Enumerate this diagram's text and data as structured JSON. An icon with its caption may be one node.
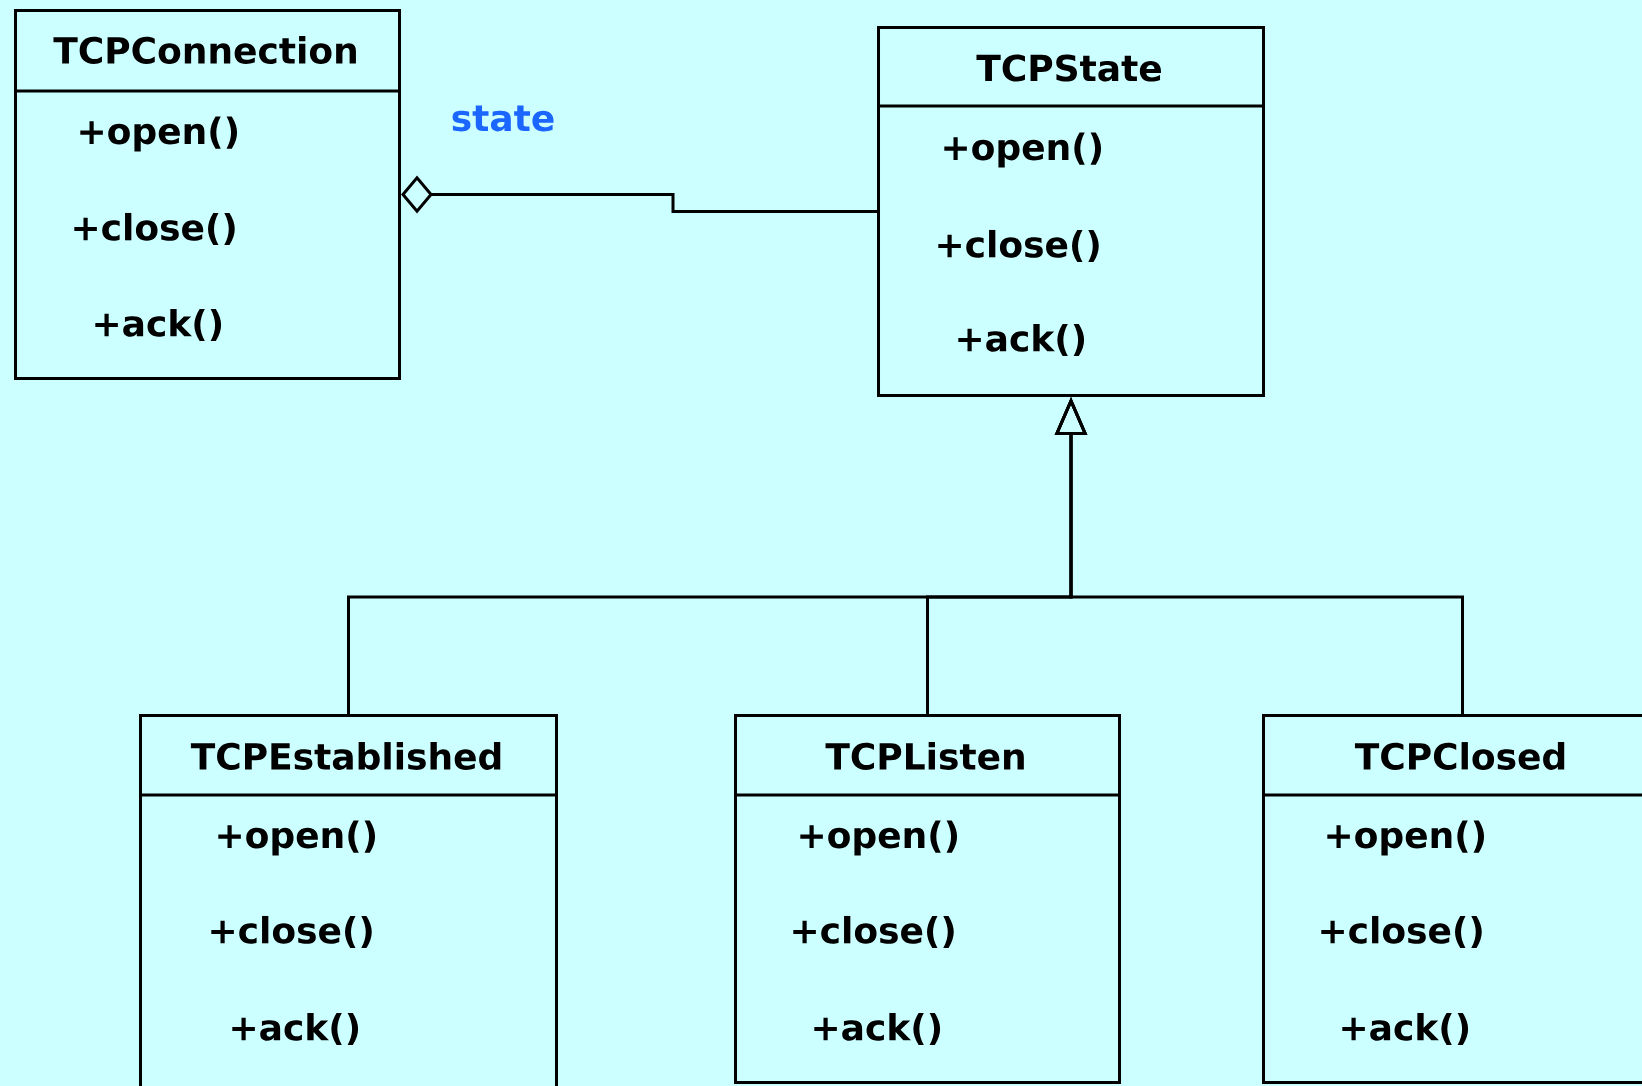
{
  "diagram": {
    "nodes": [
      {
        "text": [
          "TCPConnection",
          "+open()",
          "+close()",
          "+ack()"
        ]
      },
      {
        "text": [
          "TCPState",
          "+open()",
          "+close()",
          "+ack()"
        ]
      },
      {
        "text": [
          "TCPEstablished",
          "+open()",
          "+close()",
          "+ack()"
        ]
      },
      {
        "text": [
          "TCPListen",
          "+open()",
          "+close()",
          "+ack()"
        ]
      },
      {
        "text": [
          "TCPClosed",
          "+open()",
          "+close()",
          "+ack()"
        ]
      }
    ],
    "edges": [
      {
        "from": 0,
        "to": 1,
        "arrow": "other",
        "label": "state"
      },
      {
        "from": 2,
        "to": 1,
        "arrow": "to"
      },
      {
        "from": 3,
        "to": 1,
        "arrow": "to"
      },
      {
        "from": 4,
        "to": 1,
        "arrow": "to"
      }
    ]
  }
}
